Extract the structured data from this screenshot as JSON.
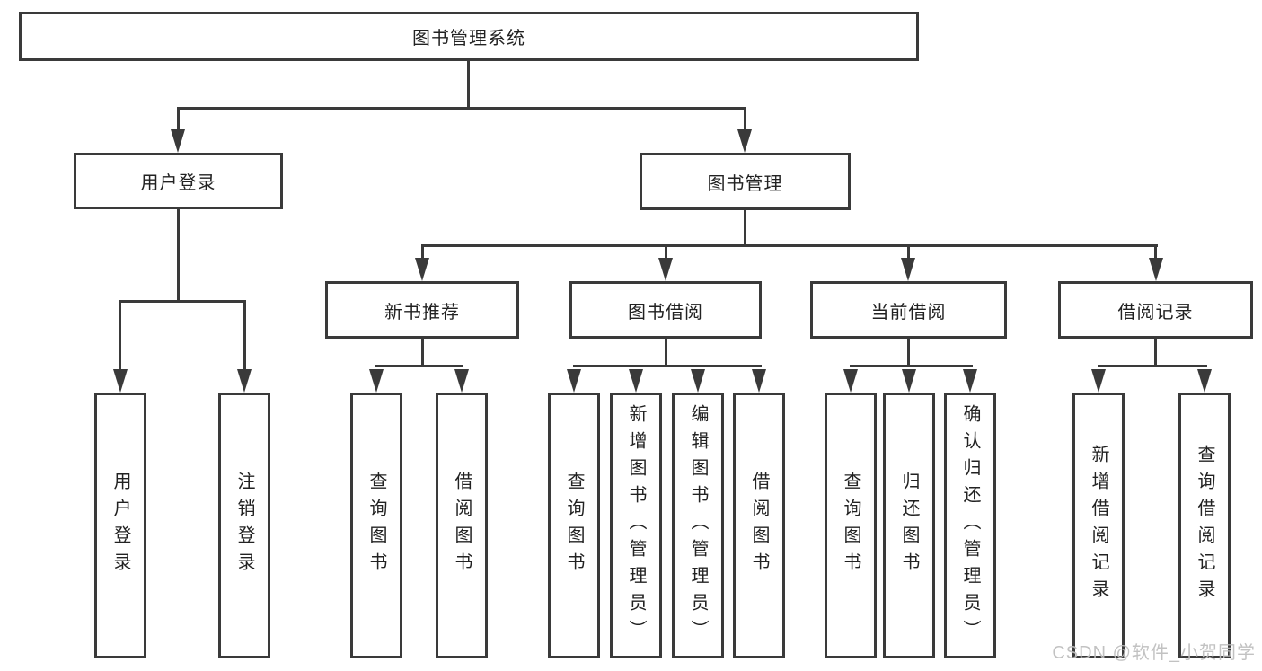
{
  "colors": {
    "background": "#ffffff",
    "line": "#3a3a3a",
    "text": "#222222",
    "watermark": "#bdbdbd"
  },
  "watermark": {
    "text": "CSDN @软件_小贺同学"
  },
  "tree": {
    "label": "图书管理系统",
    "children": [
      {
        "label": "用户登录",
        "children": [
          {
            "label": "用户登录"
          },
          {
            "label": "注销登录"
          }
        ]
      },
      {
        "label": "图书管理",
        "children": [
          {
            "label": "新书推荐",
            "children": [
              {
                "label": "查询图书"
              },
              {
                "label": "借阅图书"
              }
            ]
          },
          {
            "label": "图书借阅",
            "children": [
              {
                "label": "查询图书"
              },
              {
                "label": "新增图书（管理员）"
              },
              {
                "label": "编辑图书（管理员）"
              },
              {
                "label": "借阅图书"
              }
            ]
          },
          {
            "label": "当前借阅",
            "children": [
              {
                "label": "查询图书"
              },
              {
                "label": "归还图书"
              },
              {
                "label": "确认归还（管理员）"
              }
            ]
          },
          {
            "label": "借阅记录",
            "children": [
              {
                "label": "新增借阅记录"
              },
              {
                "label": "查询借阅记录"
              }
            ]
          }
        ]
      }
    ]
  }
}
